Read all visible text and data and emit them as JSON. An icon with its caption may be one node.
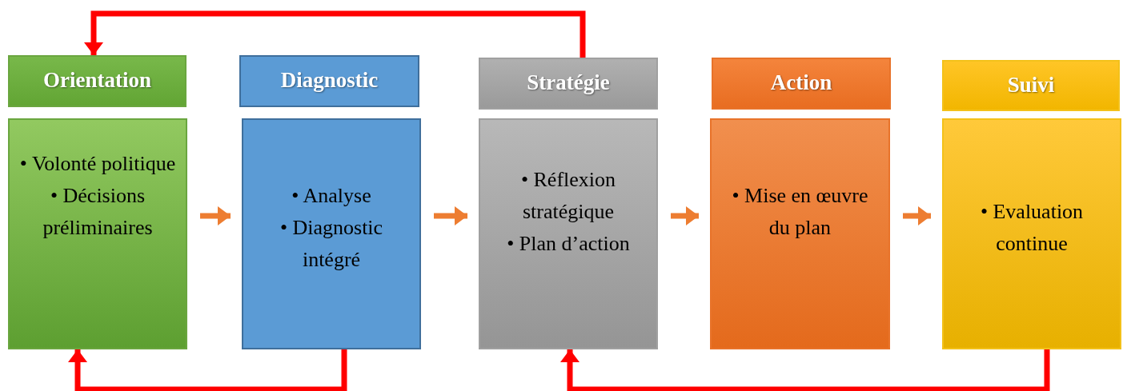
{
  "diagram": {
    "nodes": [
      {
        "text": [
          "Orientation"
        ]
      },
      {
        "text": [
          "• Volonté politique",
          "• Décisions préliminaires"
        ]
      },
      {
        "text": [
          "Diagnostic"
        ]
      },
      {
        "text": [
          "• Analyse",
          "• Diagnostic intégré"
        ]
      },
      {
        "text": [
          "Stratégie"
        ]
      },
      {
        "text": [
          "• Réflexion stratégique",
          "• Plan d’action"
        ]
      },
      {
        "text": [
          "Action"
        ]
      },
      {
        "text": [
          "• Mise en œuvre du plan"
        ]
      },
      {
        "text": [
          "Suivi"
        ]
      },
      {
        "text": [
          "• Evaluation continue"
        ]
      }
    ],
    "edges": [
      {
        "from": 1,
        "to": 3,
        "arrow": "to"
      },
      {
        "from": 3,
        "to": 5,
        "arrow": "to"
      },
      {
        "from": 5,
        "to": 7,
        "arrow": "to"
      },
      {
        "from": 7,
        "to": 9,
        "arrow": "to"
      },
      {
        "from": 4,
        "to": 0,
        "arrow": "to",
        "color": "#ff0000"
      },
      {
        "from": 3,
        "to": 1,
        "arrow": "to",
        "color": "#ff0000"
      },
      {
        "from": 9,
        "to": 5,
        "arrow": "to",
        "color": "#ff0000"
      }
    ]
  }
}
